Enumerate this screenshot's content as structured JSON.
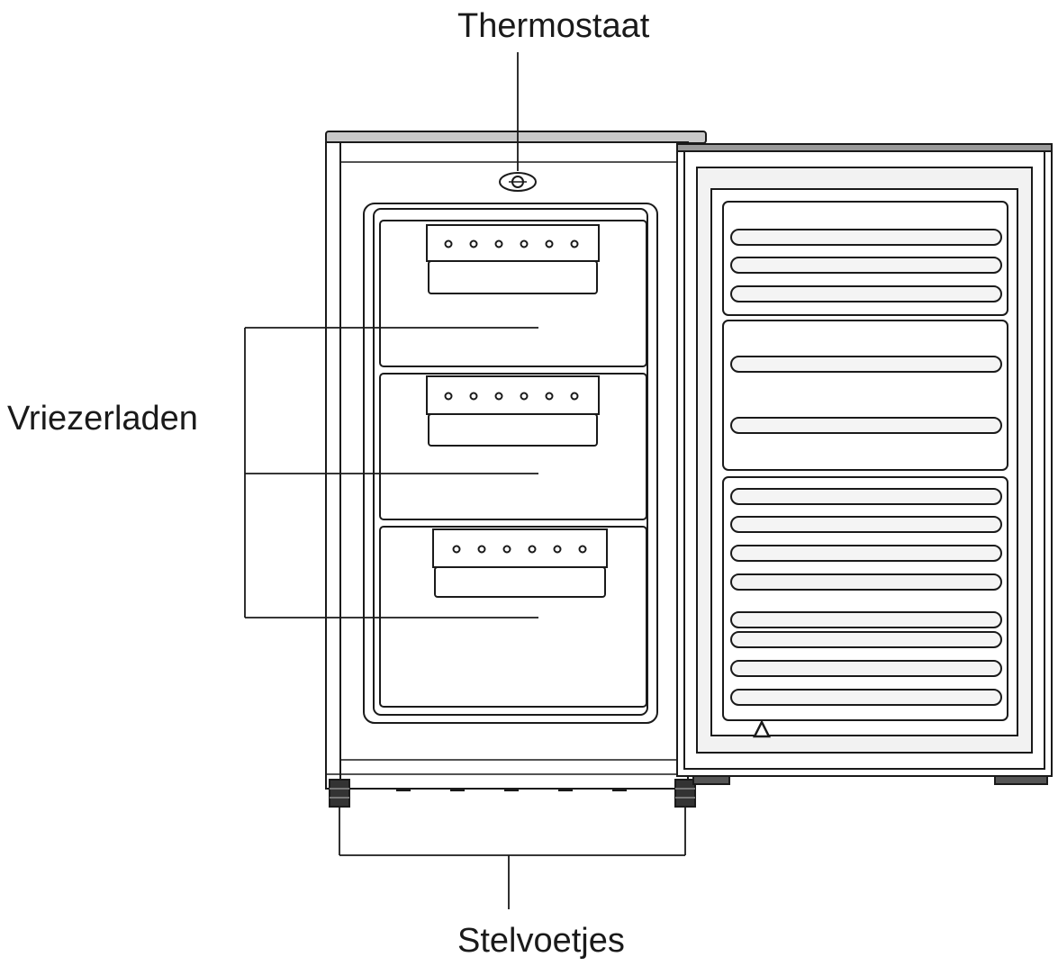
{
  "labels": {
    "thermostat": "Thermostaat",
    "drawers": "Vriezerladen",
    "feet": "Stelvoetjes"
  },
  "colors": {
    "line": "#1a1a1a",
    "panel_fill": "#ffffff",
    "top_bar": "#b8b8b8",
    "door_gasket": "#e6e6e6"
  },
  "icons": {
    "thermostat_knob": "thermostat-knob-icon",
    "recycle": "recycle-triangle-icon"
  }
}
